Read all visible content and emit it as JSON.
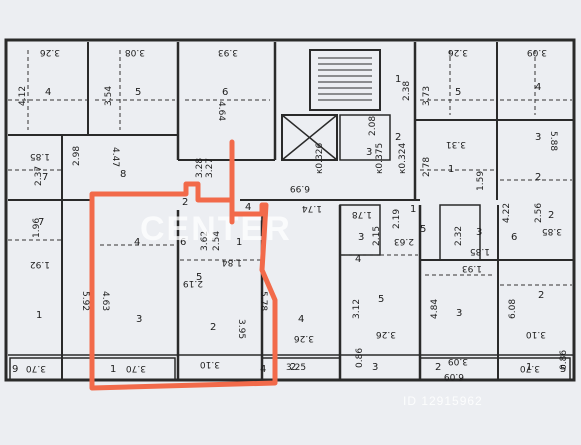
{
  "plan": {
    "dimensions": [
      {
        "key": "d1",
        "text": "3.26"
      },
      {
        "key": "d2",
        "text": "3.08"
      },
      {
        "key": "d3",
        "text": "3.93"
      },
      {
        "key": "d4",
        "text": "3.26"
      },
      {
        "key": "d5",
        "text": "3.09"
      },
      {
        "key": "d6",
        "text": "4.12"
      },
      {
        "key": "d7",
        "text": "3.54"
      },
      {
        "key": "d8",
        "text": "4.64"
      },
      {
        "key": "d9",
        "text": "1.85"
      },
      {
        "key": "d10",
        "text": "2.37"
      },
      {
        "key": "d11",
        "text": "2.98"
      },
      {
        "key": "d12",
        "text": "4.47"
      },
      {
        "key": "d13",
        "text": "3.28"
      },
      {
        "key": "d14",
        "text": "3.27"
      },
      {
        "key": "d15",
        "text": "6.99"
      },
      {
        "key": "d16",
        "text": "к0.326"
      },
      {
        "key": "d17",
        "text": "к0.375"
      },
      {
        "key": "d18",
        "text": "к0.324"
      },
      {
        "key": "d19",
        "text": "2.08"
      },
      {
        "key": "d20",
        "text": "2.38"
      },
      {
        "key": "d21",
        "text": "3.73"
      },
      {
        "key": "d22",
        "text": "3.31"
      },
      {
        "key": "d23",
        "text": "5.88"
      },
      {
        "key": "d24",
        "text": "2.78"
      },
      {
        "key": "d25",
        "text": "1.59"
      },
      {
        "key": "d26",
        "text": "1.96"
      },
      {
        "key": "d27",
        "text": "3.62"
      },
      {
        "key": "d28",
        "text": "2.54"
      },
      {
        "key": "d29",
        "text": "1.74"
      },
      {
        "key": "d30",
        "text": "1.78"
      },
      {
        "key": "d31",
        "text": "2.15"
      },
      {
        "key": "d32",
        "text": "2.19"
      },
      {
        "key": "d33",
        "text": "2.63"
      },
      {
        "key": "d34",
        "text": "2.32"
      },
      {
        "key": "d35",
        "text": "1.85"
      },
      {
        "key": "d36",
        "text": "4.22"
      },
      {
        "key": "d37",
        "text": "2.56"
      },
      {
        "key": "d38",
        "text": "3.85"
      },
      {
        "key": "d39",
        "text": "1.92"
      },
      {
        "key": "d40",
        "text": "1.84"
      },
      {
        "key": "d41",
        "text": "1.93"
      },
      {
        "key": "d42",
        "text": "5.92"
      },
      {
        "key": "d43",
        "text": "4.63"
      },
      {
        "key": "d44",
        "text": "2.19"
      },
      {
        "key": "d45",
        "text": "5.78"
      },
      {
        "key": "d46",
        "text": "3.95"
      },
      {
        "key": "d47",
        "text": "3.12"
      },
      {
        "key": "d48",
        "text": "4.84"
      },
      {
        "key": "d49",
        "text": "6.08"
      },
      {
        "key": "d50",
        "text": "3.26"
      },
      {
        "key": "d51",
        "text": "3.70"
      },
      {
        "key": "d52",
        "text": "3.70"
      },
      {
        "key": "d53",
        "text": "3.10"
      },
      {
        "key": "d54",
        "text": "3.25"
      },
      {
        "key": "d55",
        "text": "0.86"
      },
      {
        "key": "d56",
        "text": "3.09"
      },
      {
        "key": "d57",
        "text": "3.10"
      },
      {
        "key": "d58",
        "text": "0.86"
      },
      {
        "key": "d59",
        "text": "3.70"
      },
      {
        "key": "d60",
        "text": "6.09"
      },
      {
        "key": "d61",
        "text": "3.26"
      }
    ],
    "rooms": [
      {
        "key": "r1",
        "text": "4"
      },
      {
        "key": "r2",
        "text": "5"
      },
      {
        "key": "r3",
        "text": "6"
      },
      {
        "key": "r4",
        "text": "5"
      },
      {
        "key": "r5",
        "text": "4"
      },
      {
        "key": "r6",
        "text": "7"
      },
      {
        "key": "r7",
        "text": "8"
      },
      {
        "key": "r8",
        "text": "1"
      },
      {
        "key": "r9",
        "text": "2"
      },
      {
        "key": "r10",
        "text": "3"
      },
      {
        "key": "r11",
        "text": "1"
      },
      {
        "key": "r12",
        "text": "3"
      },
      {
        "key": "r13",
        "text": "2"
      },
      {
        "key": "r14",
        "text": "7"
      },
      {
        "key": "r15",
        "text": "4"
      },
      {
        "key": "r16",
        "text": "6"
      },
      {
        "key": "r17",
        "text": "1"
      },
      {
        "key": "r18",
        "text": "5"
      },
      {
        "key": "r19",
        "text": "3"
      },
      {
        "key": "r20",
        "text": "4"
      },
      {
        "key": "r21",
        "text": "5"
      },
      {
        "key": "r22",
        "text": "3"
      },
      {
        "key": "r23",
        "text": "6"
      },
      {
        "key": "r24",
        "text": "2"
      },
      {
        "key": "r25",
        "text": "1"
      },
      {
        "key": "r26",
        "text": "3"
      },
      {
        "key": "r27",
        "text": "2"
      },
      {
        "key": "r28",
        "text": "1"
      },
      {
        "key": "r29",
        "text": "4"
      },
      {
        "key": "r30",
        "text": "5"
      },
      {
        "key": "r31",
        "text": "3"
      },
      {
        "key": "r32",
        "text": "2"
      },
      {
        "key": "r33",
        "text": "2"
      },
      {
        "key": "r34",
        "text": "3"
      },
      {
        "key": "r35",
        "text": "2"
      },
      {
        "key": "r36",
        "text": "1"
      },
      {
        "key": "r37",
        "text": "2"
      },
      {
        "key": "r38",
        "text": "4"
      },
      {
        "key": "r39",
        "text": "1"
      },
      {
        "key": "r40",
        "text": "9"
      },
      {
        "key": "r41",
        "text": "4"
      },
      {
        "key": "r42",
        "text": "5"
      }
    ]
  },
  "watermark": {
    "brand": "CENTER",
    "id_text": "ID 12915962"
  },
  "highlight": {
    "color": "#f26a4a"
  }
}
